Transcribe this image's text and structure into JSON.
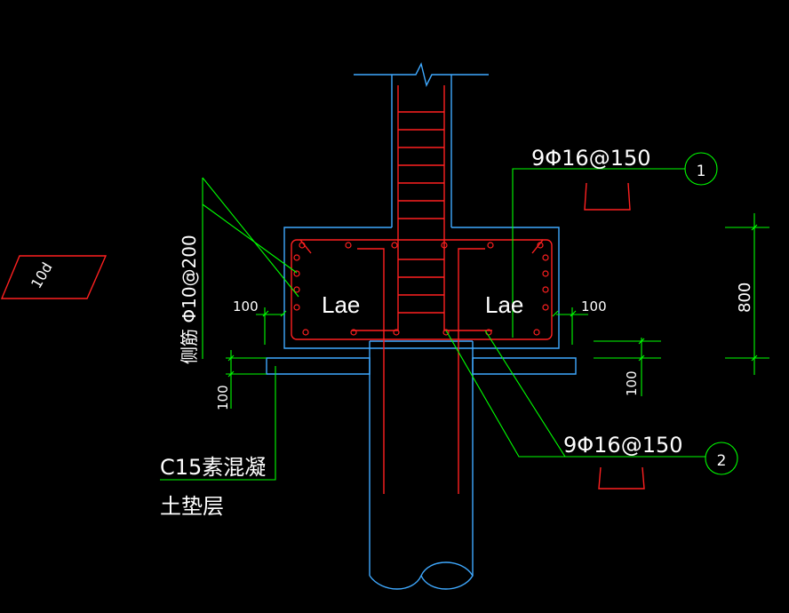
{
  "labels": {
    "top_rebar": "9Φ16@150",
    "bottom_rebar": "9Φ16@150",
    "marker_1": "1",
    "marker_2": "2",
    "side_rebar": "侧筋 Φ10@200",
    "anchor_left": "Lae",
    "anchor_right": "Lae",
    "dim_left_100": "100",
    "dim_right_100": "100",
    "dim_height_800": "800",
    "dim_pad_left_100": "100",
    "dim_pad_right_100": "100",
    "lap_10d": "10d",
    "concrete_line1": "C15素混凝",
    "concrete_line2": "土垫层"
  },
  "colors": {
    "background": "#000000",
    "concrete_outline": "#3fa9ff",
    "rebar": "#ff2020",
    "stirrup": "#ff2020",
    "leader": "#00ff00",
    "text": "#ffffff"
  }
}
